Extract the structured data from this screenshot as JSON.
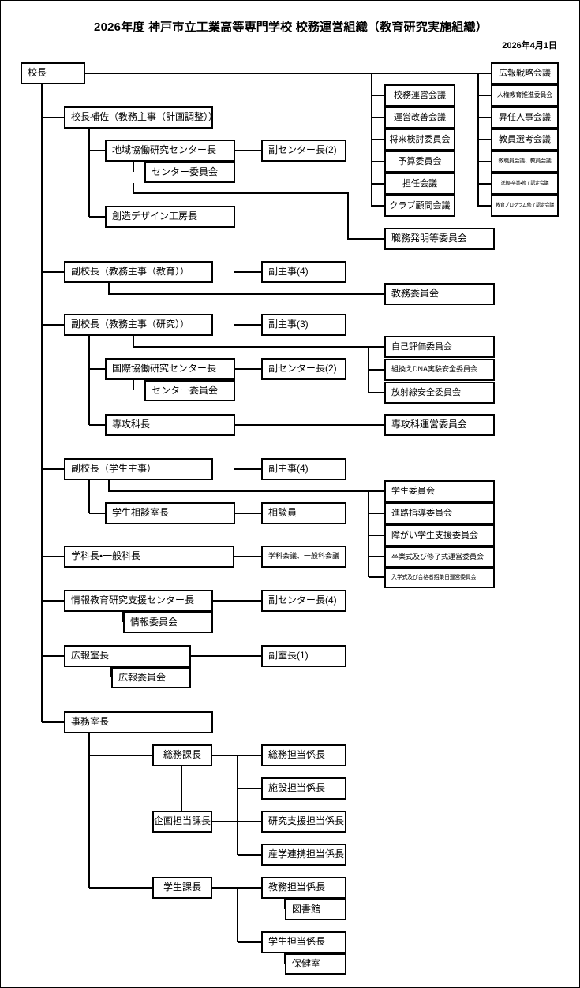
{
  "header": {
    "title": "2026年度 神戸市立工業高等専門学校 校務運営組織（教育研究実施組織）",
    "date": "2026年4月1日"
  },
  "nodes": {
    "principal": "校長",
    "vice_principal_assistant": "校長補佐（教務主事（計画調整））",
    "regional_center_head": "地域協働研究センター長",
    "regional_deputy_center_head": "副センター長(2)",
    "regional_center_committee": "センター委員会",
    "design_studio_head": "創造デザイン工房長",
    "vp_academic_education": "副校長（教務主事（教育））",
    "deputy_chief_4_edu": "副主事(4)",
    "academic_affairs_committee": "教務委員会",
    "vp_academic_research": "副校長（教務主事（研究））",
    "deputy_chief_3_res": "副主事(3)",
    "intl_center_head": "国際協働研究センター長",
    "intl_deputy_center_head": "副センター長(2)",
    "intl_center_committee": "センター委員会",
    "advanced_course_head": "専攻科長",
    "advanced_course_committee": "専攻科運営委員会",
    "self_eval_committee": "自己評価委員会",
    "dna_safety_committee": "組換えDNA実験安全委員会",
    "radiation_safety_committee": "放射線安全委員会",
    "vp_student_affairs": "副校長（学生主事）",
    "deputy_chief_4_stu": "副主事(4)",
    "student_counseling_head": "学生相談室長",
    "counselor": "相談員",
    "student_committee": "学生委員会",
    "career_guidance_committee": "進路指導委員会",
    "disability_support_committee": "障がい学生支援委員会",
    "graduation_ceremony_committee": "卒業式及び修了式運営委員会",
    "entrance_ceremony_committee": "入学式及び合格者招集日運営委員会",
    "department_heads": "学科長・一般科長",
    "department_meetings": "学科会議、一般科会議",
    "info_center_head": "情報教育研究支援センター長",
    "info_deputy_center_head": "副センター長(4)",
    "info_committee": "情報委員会",
    "pr_office_head": "広報室長",
    "pr_deputy_head": "副室長(1)",
    "pr_committee": "広報委員会",
    "admin_office_head": "事務室長",
    "general_affairs_section_head": "総務課長",
    "planning_section_head": "企画担当課長",
    "student_section_head": "学生課長",
    "general_affairs_chief": "総務担当係長",
    "facilities_chief": "施設担当係長",
    "research_support_chief": "研究支援担当係長",
    "industry_liaison_chief": "産学連携担当係長",
    "academic_affairs_chief": "教務担当係長",
    "library": "図書館",
    "student_affairs_chief": "学生担当係長",
    "health_room": "保健室",
    "school_management_meeting": "校務運営会議",
    "management_improvement_meeting": "運営改善会議",
    "future_planning_committee": "将来検討委員会",
    "budget_committee": "予算委員会",
    "homeroom_meeting": "担任会議",
    "club_advisor_meeting": "クラブ顧問会議",
    "invention_committee": "職務発明等委員会",
    "pr_strategy_meeting": "広報戦略会議",
    "human_rights_committee": "人権教育推進委員会",
    "promotion_personnel_meeting": "昇任人事会議",
    "faculty_selection_meeting": "教員選考会議",
    "faculty_staff_meeting": "教職員会議、教員会議",
    "advancement_graduation_meeting": "進級・卒業・修了認定会議",
    "program_completion_meeting": "教育プログラム修了認定会議"
  }
}
